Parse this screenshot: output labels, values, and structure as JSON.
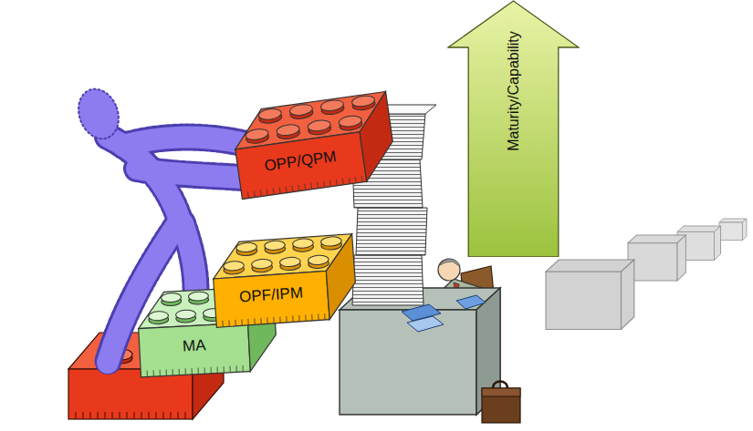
{
  "diagram": {
    "nodes": [
      {
        "text": [
          "OPP/QPM"
        ]
      },
      {
        "text": [
          "OPF/IPM"
        ]
      },
      {
        "text": [
          "MA"
        ]
      },
      {
        "text": [
          "Maturity/Capability"
        ]
      }
    ]
  }
}
